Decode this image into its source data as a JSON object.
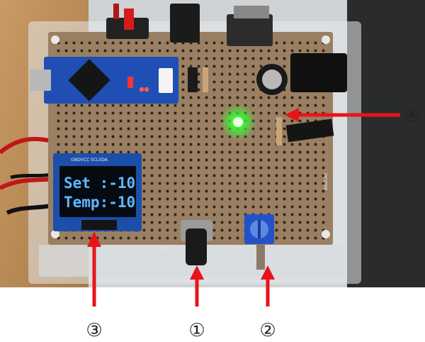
{
  "photo": {
    "oled": {
      "line1": "Set :-10",
      "line2": "Temp:-10",
      "header": "GNDVCC SCLSDA"
    },
    "board_marks": {
      "row_letters": "AKIZUKI",
      "col_numbers": [
        "5",
        "10",
        "15",
        "20",
        "25"
      ]
    }
  },
  "callouts": [
    {
      "id": "1",
      "label": "①"
    },
    {
      "id": "2",
      "label": "②"
    },
    {
      "id": "3",
      "label": "③"
    },
    {
      "id": "4",
      "label": "④"
    }
  ],
  "colors": {
    "arrow": "#e8141a",
    "board": "#9a7f62",
    "wood": "#b58a57",
    "oled_text": "#5fb8ff",
    "led_green": "#33ff33"
  }
}
